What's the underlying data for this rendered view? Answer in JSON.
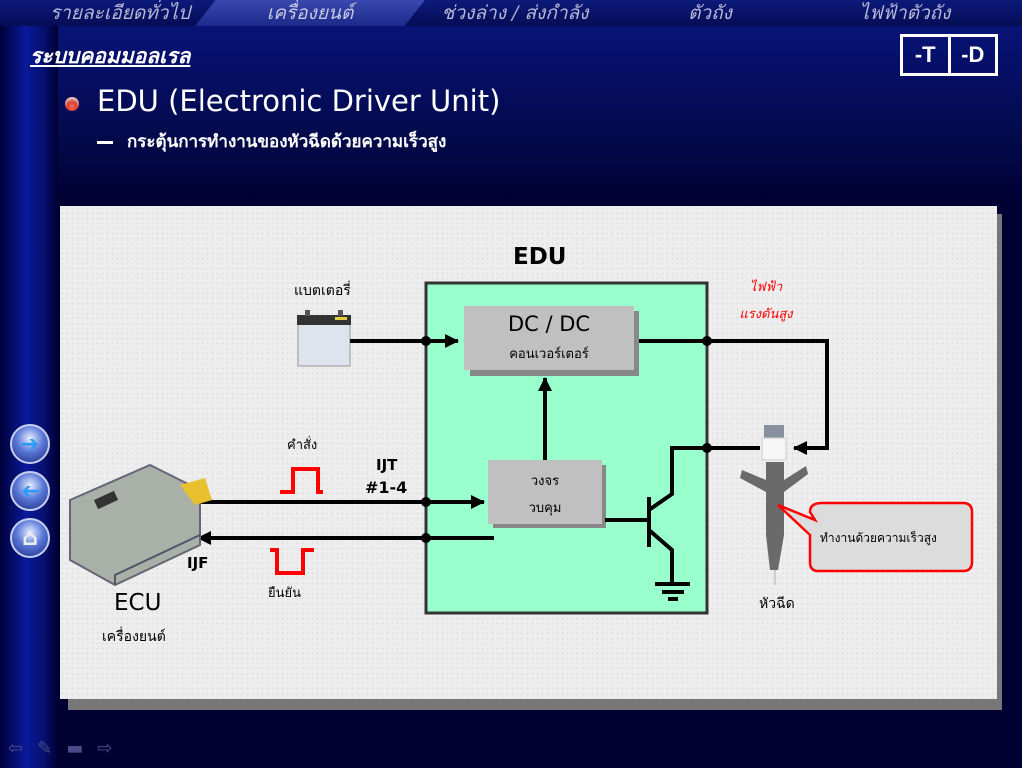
{
  "tabs": [
    {
      "label": "รายละเอียดทั่วไป",
      "active": false
    },
    {
      "label": "เครื่องยนต์",
      "active": true
    },
    {
      "label": "ช่วงล่าง / ส่งกำลัง",
      "active": false
    },
    {
      "label": "ตัวถัง",
      "active": false
    },
    {
      "label": "ไฟฟ้าตัวถัง",
      "active": false
    }
  ],
  "section_title": "ระบบคอมมอลเรล",
  "model_buttons": {
    "t": "-T",
    "d": "-D"
  },
  "heading": "EDU (Electronic Driver Unit)",
  "subheading": "กระตุ้นการทำงานของหัวฉีดด้วยความเร็วสูง",
  "nav": {
    "next": "next-arrow",
    "prev": "prev-arrow",
    "home": "home"
  },
  "diagram": {
    "edu_title": "EDU",
    "battery_label": "แบตเตอรี่",
    "dcdc_title": "DC / DC",
    "dcdc_sub": "คอนเวอร์เตอร์",
    "control_line1": "วงจร",
    "control_line2": "วบคุม",
    "hv_line1": "ไฟฟ้า",
    "hv_line2": "แรงดันสูง",
    "command_label": "คำสั่ง",
    "ijt_line1": "IJT",
    "ijt_line2": "#1-4",
    "ijf_label": "IJF",
    "confirm_label": "ยืนยัน",
    "ecu_title": "ECU",
    "ecu_sub": "เครื่องยนต์",
    "injector_label": "หัวฉีด",
    "callout": "ทำงานด้วยความเร็วสูง",
    "colors": {
      "edu_fill": "#99ffcc",
      "signal": "#ff0000",
      "hv_text": "#ff0000",
      "box_fill": "#c0c0c0"
    }
  },
  "bottom_toolbar": [
    "back-arrow",
    "pen",
    "menu",
    "forward-arrow"
  ]
}
